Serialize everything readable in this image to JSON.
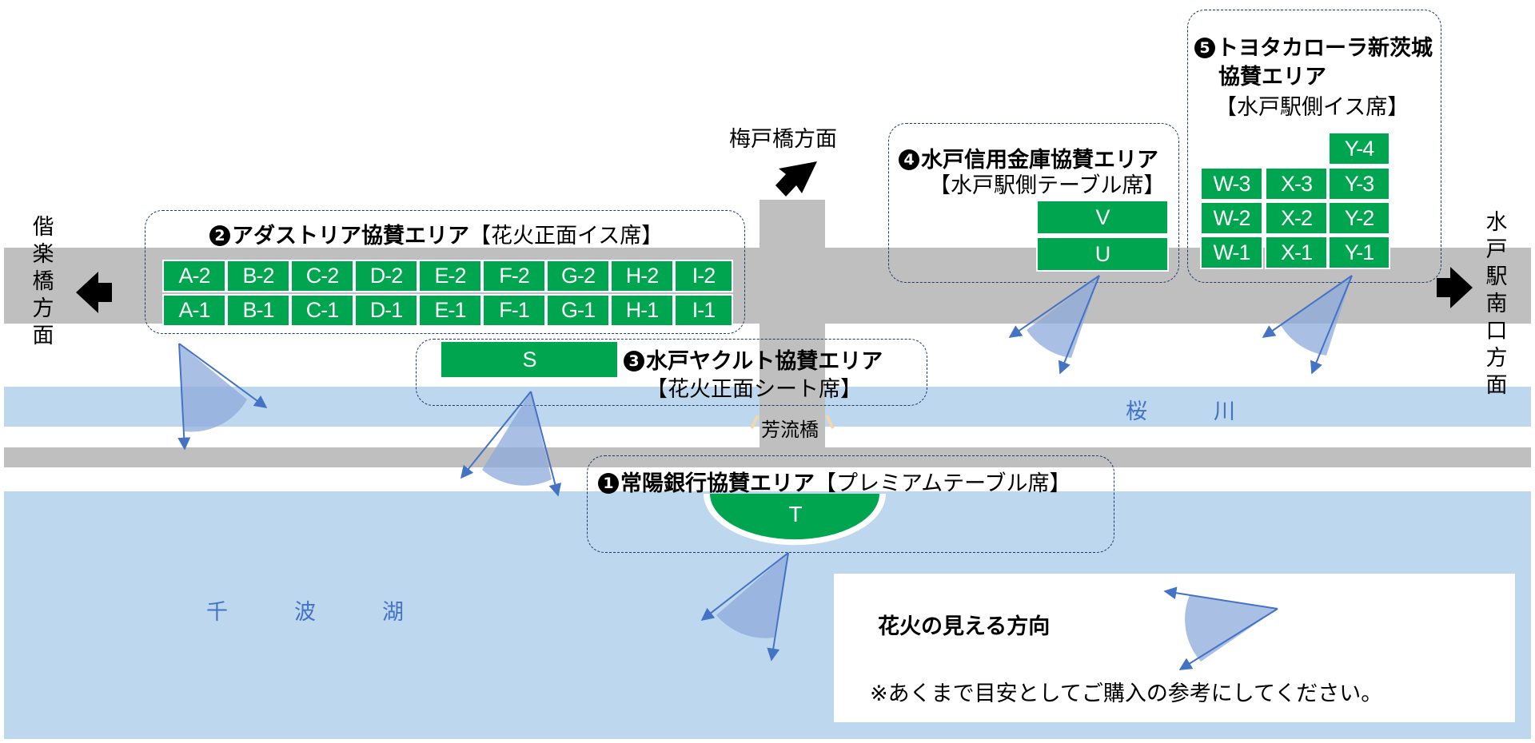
{
  "directions": {
    "left": "偕楽橋方面",
    "right": "水戸駅南口方面",
    "top": "梅戸橋方面"
  },
  "water": {
    "river": "桜　川",
    "lake": "千　波　湖"
  },
  "bridge": "芳流橋",
  "areas": {
    "a1": {
      "num": "1",
      "name": "常陽銀行協賛エリア",
      "sub": "【プレミアムテーブル席】",
      "seats": [
        "T"
      ]
    },
    "a2": {
      "num": "2",
      "name": "アダストリア協賛エリア",
      "sub": "【花火正面イス席】",
      "row2": [
        "A-2",
        "B-2",
        "C-2",
        "D-2",
        "E-2",
        "F-2",
        "G-2",
        "H-2",
        "I-2"
      ],
      "row1": [
        "A-1",
        "B-1",
        "C-1",
        "D-1",
        "E-1",
        "F-1",
        "G-1",
        "H-1",
        "I-1"
      ]
    },
    "a3": {
      "num": "3",
      "name": "水戸ヤクルト協賛エリア",
      "sub": "【花火正面シート席】",
      "seats": [
        "S"
      ]
    },
    "a4": {
      "num": "4",
      "name": "水戸信用金庫協賛エリア",
      "sub": "【水戸駅側テーブル席】",
      "seats": [
        "V",
        "U"
      ]
    },
    "a5": {
      "num": "5",
      "name_line1": "トヨタカローラ新茨城",
      "name_line2": "協賛エリア",
      "sub": "【水戸駅側イス席】",
      "seats": [
        "Y-4",
        "W-3",
        "X-3",
        "Y-3",
        "W-2",
        "X-2",
        "Y-2",
        "W-1",
        "X-1",
        "Y-1"
      ]
    }
  },
  "legend": {
    "title": "花火の見える方向",
    "note": "※あくまで目安としてご購入の参考にしてください。"
  },
  "colors": {
    "seat": "#00a550",
    "road": "#bfbfbf",
    "water": "#bdd7ee",
    "arrow": "#4472c4",
    "fan": "#8eaadb"
  }
}
